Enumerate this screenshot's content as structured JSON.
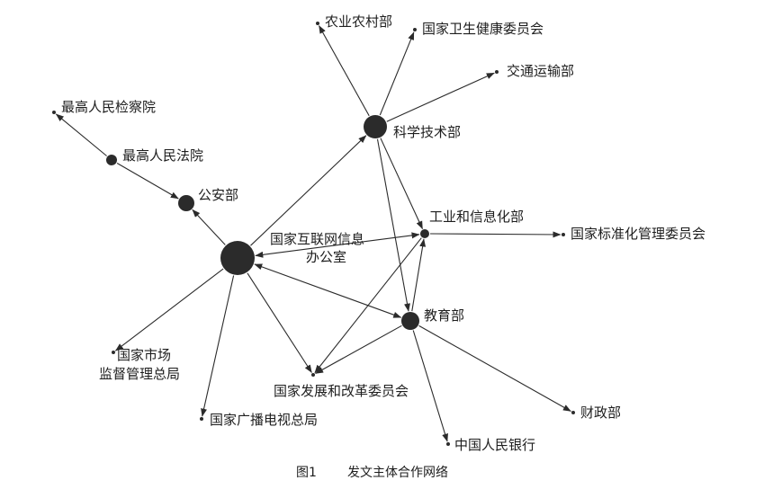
{
  "figure": {
    "caption_number": "图1",
    "caption_title": "发文主体合作网络"
  },
  "colors": {
    "ink": "#2b2b2b",
    "text": "#1e1e1e",
    "background": "#ffffff"
  },
  "nodes": {
    "nongye": {
      "label": "农业农村部"
    },
    "weisheng": {
      "label": "国家卫生健康委员会"
    },
    "jiaotong": {
      "label": "交通运输部"
    },
    "kexue": {
      "label": "科学技术部"
    },
    "jianchayuan": {
      "label": "最高人民检察院"
    },
    "fayuan": {
      "label": "最高人民法院"
    },
    "gongan": {
      "label": "公安部"
    },
    "wangxin": {
      "label_line1": "国家互联网信息",
      "label_line2": "办公室"
    },
    "gongxin": {
      "label": "工业和信息化部"
    },
    "biaozhun": {
      "label": "国家标准化管理委员会"
    },
    "jiaoyu": {
      "label": "教育部"
    },
    "shichang": {
      "label_line1": "国家市场",
      "label_line2": "监督管理总局"
    },
    "fagai": {
      "label": "国家发展和改革委员会"
    },
    "guangbo": {
      "label": "国家广播电视总局"
    },
    "caizheng": {
      "label": "财政部"
    },
    "yinhang": {
      "label": "中国人民银行"
    }
  },
  "edges": [
    {
      "from": "kexue",
      "to": "nongye",
      "direction": "forward"
    },
    {
      "from": "kexue",
      "to": "weisheng",
      "direction": "forward"
    },
    {
      "from": "kexue",
      "to": "jiaotong",
      "direction": "forward"
    },
    {
      "from": "fayuan",
      "to": "jianchayuan",
      "direction": "forward"
    },
    {
      "from": "fayuan",
      "to": "gongan",
      "direction": "forward"
    },
    {
      "from": "wangxin",
      "to": "gongan",
      "direction": "forward"
    },
    {
      "from": "wangxin",
      "to": "kexue",
      "direction": "forward"
    },
    {
      "from": "wangxin",
      "to": "gongxin",
      "direction": "both"
    },
    {
      "from": "wangxin",
      "to": "jiaoyu",
      "direction": "both"
    },
    {
      "from": "wangxin",
      "to": "shichang",
      "direction": "forward"
    },
    {
      "from": "wangxin",
      "to": "guangbo",
      "direction": "forward"
    },
    {
      "from": "wangxin",
      "to": "fagai",
      "direction": "forward"
    },
    {
      "from": "kexue",
      "to": "gongxin",
      "direction": "forward"
    },
    {
      "from": "kexue",
      "to": "jiaoyu",
      "direction": "forward"
    },
    {
      "from": "gongxin",
      "to": "biaozhun",
      "direction": "forward"
    },
    {
      "from": "gongxin",
      "to": "fagai",
      "direction": "forward"
    },
    {
      "from": "jiaoyu",
      "to": "gongxin",
      "direction": "forward"
    },
    {
      "from": "jiaoyu",
      "to": "fagai",
      "direction": "forward"
    },
    {
      "from": "jiaoyu",
      "to": "caizheng",
      "direction": "forward"
    },
    {
      "from": "jiaoyu",
      "to": "yinhang",
      "direction": "forward"
    }
  ]
}
